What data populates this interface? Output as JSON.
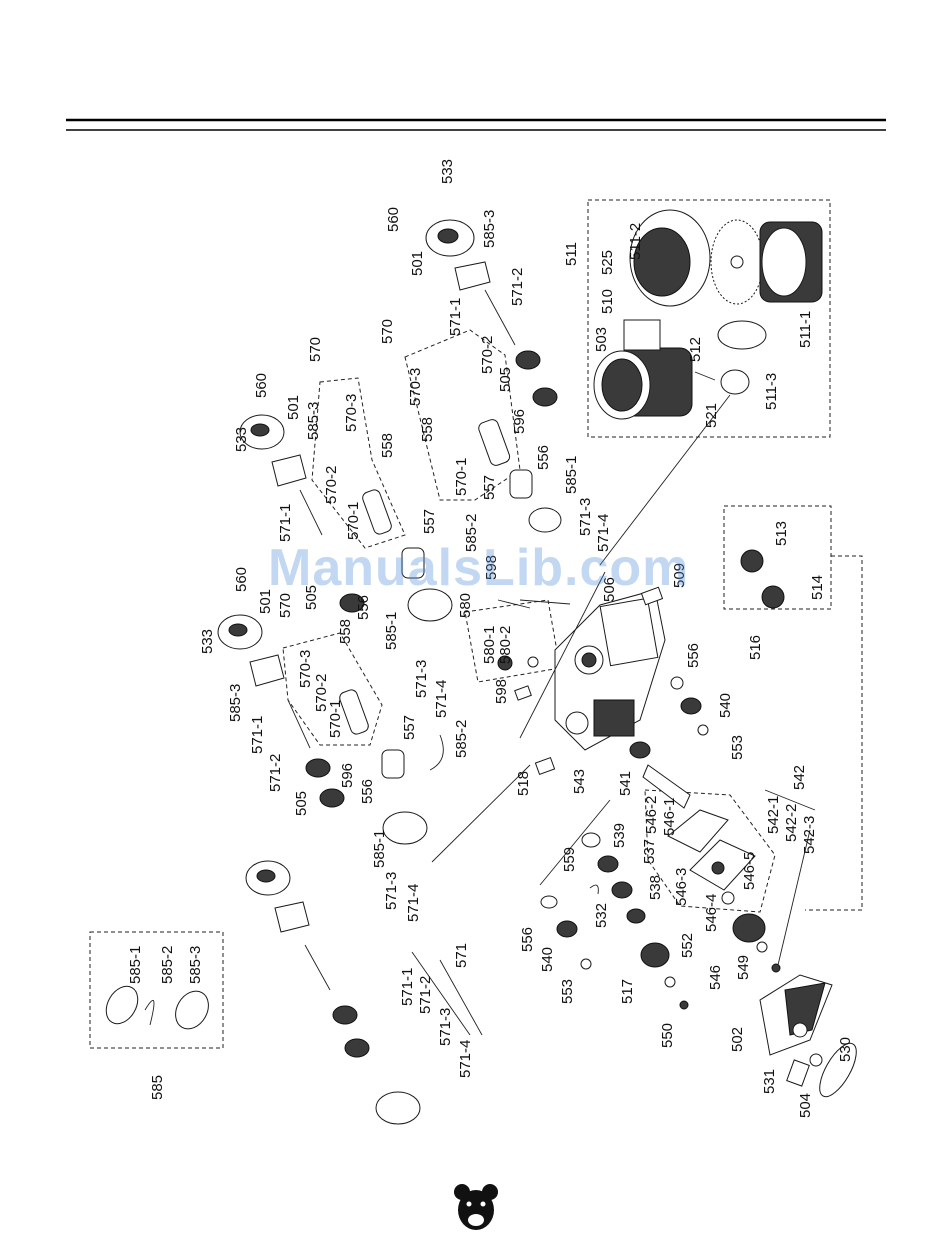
{
  "watermark": "ManualsLib.com",
  "logo": {
    "icon": "bear-head-icon"
  },
  "callouts": {
    "c560a": "560",
    "c533a": "533",
    "c501a": "501",
    "c585_3a": "585-3",
    "c571_1a": "571-1",
    "c571_2a": "571-2",
    "c511": "511",
    "c525": "525",
    "c511_2": "511-2",
    "c510": "510",
    "c503": "503",
    "c512": "512",
    "c511_1": "511-1",
    "c511_3": "511-3",
    "c521": "521",
    "c570a": "570",
    "c570b": "570",
    "c570_3a": "570-3",
    "c570_2a": "570-2",
    "c505a": "505",
    "c596a": "596",
    "c558a": "558",
    "c556a": "556",
    "c557a": "557",
    "c570_1a": "570-1",
    "c585_1a": "585-1",
    "c585_2a": "585-2",
    "c571_3a": "571-3",
    "c571_4a": "571-4",
    "c533b": "533",
    "c560b": "560",
    "c501b": "501",
    "c585_3b": "585-3",
    "c571_1b": "571-1",
    "c570_3b": "570-3",
    "c570_2b": "570-2",
    "c570_1b": "570-1",
    "c558b": "558",
    "c557b": "557",
    "c505b": "505",
    "c556b": "556",
    "c598a": "598",
    "c585_2b": "585-2",
    "c580": "580",
    "c585_1b": "585-1",
    "c571_3b": "571-3",
    "c571_4b": "571-4",
    "c500": "509",
    "c506": "506",
    "c533c": "533",
    "c560c": "560",
    "c501c": "501",
    "c570c": "570",
    "c558c": "558",
    "c570_3c": "570-3",
    "c570_2c": "570-2",
    "c570_1c": "570-1",
    "c585_3c": "585-3",
    "c571_1c": "571-1",
    "c571_2c": "571-2",
    "c557c": "557",
    "c505c": "505",
    "c596c": "596",
    "c556c": "556",
    "c585_2c": "585-2",
    "c585_1c": "585-1",
    "c571_3c": "571-3",
    "c571_4c": "571-4",
    "c580_1": "580-1",
    "c580_2": "580-2",
    "c598b": "598",
    "c518": "518",
    "c543": "543",
    "c541": "541",
    "c513": "513",
    "c514": "514",
    "c516": "516",
    "c556d": "556",
    "c540a": "540",
    "c553a": "553",
    "c542": "542",
    "c542_1": "542-1",
    "c542_2": "542-2",
    "c542_3": "542-3",
    "c546_1": "546-1",
    "c546_2": "546-2",
    "c546_3": "546-3",
    "c546_4": "546-4",
    "c546_5": "546-5",
    "c546": "546",
    "c559": "559",
    "c539": "539",
    "c537": "537",
    "c538": "538",
    "c532": "532",
    "c556e": "556",
    "c540b": "540",
    "c553b": "553",
    "c517": "517",
    "c552": "552",
    "c550": "550",
    "c549": "549",
    "c502": "502",
    "c531": "531",
    "c504": "504",
    "c530": "530",
    "c571": "571",
    "c571_1d": "571-1",
    "c571_2d": "571-2",
    "c571_3d": "571-3",
    "c571_4d": "571-4",
    "c585": "585",
    "c585_1d": "585-1",
    "c585_2d": "585-2",
    "c585_3d": "585-3"
  }
}
